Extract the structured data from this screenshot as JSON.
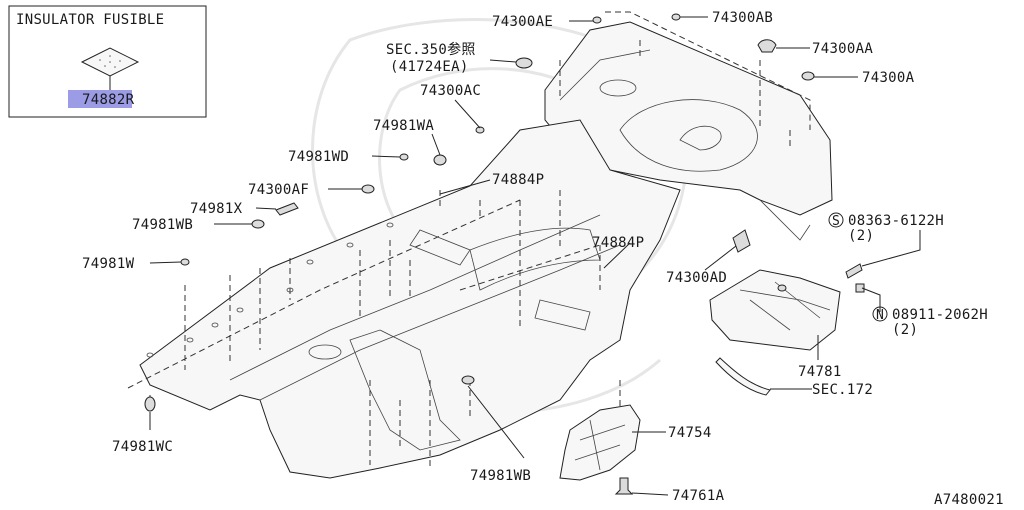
{
  "inset": {
    "title": "INSULATOR FUSIBLE",
    "part_number": "74882R",
    "highlight_color": "#9b9be6"
  },
  "callouts": {
    "ae": "74300AE",
    "ab": "74300AB",
    "aa": "74300AA",
    "a": "74300A",
    "sec350_line1": "SEC.350参照",
    "sec350_line2": "(41724EA)",
    "ac": "74300AC",
    "wa": "74981WA",
    "wd": "74981WD",
    "af": "74300AF",
    "x": "74981X",
    "wb_left": "74981WB",
    "w": "74981W",
    "p_upper": "74884P",
    "p_lower": "74884P",
    "ad": "74300AD",
    "s_bolt": "08363-6122H",
    "s_bolt_qty": "(2)",
    "s_symbol": "S",
    "n_nut": "08911-2062H",
    "n_nut_qty": "(2)",
    "n_symbol": "N",
    "r781": "74781",
    "sec172": "SEC.172",
    "p754": "74754",
    "wb_bottom": "74981WB",
    "wc": "74981WC",
    "p761": "74761A"
  },
  "footer": {
    "drawing_id": "A7480021"
  }
}
